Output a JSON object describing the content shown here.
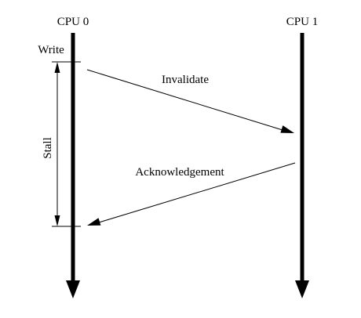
{
  "diagram": {
    "cpu0_label": "CPU 0",
    "cpu1_label": "CPU 1",
    "write_label": "Write",
    "stall_label": "Stall",
    "invalidate_label": "Invalidate",
    "ack_label": "Acknowledgement"
  }
}
